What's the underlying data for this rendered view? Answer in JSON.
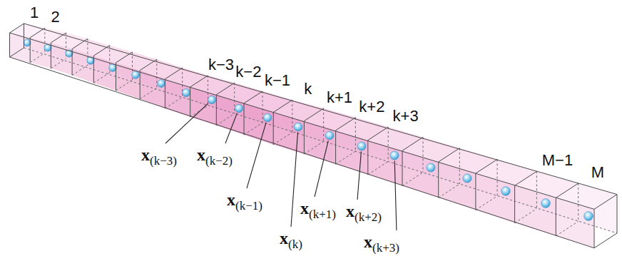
{
  "diagram": {
    "labels": [
      "1",
      "2",
      "k−3",
      "k−2",
      "k−1",
      "k",
      "k+1",
      "k+2",
      "k+3",
      "M−1",
      "M",
      "x",
      "(k−3)",
      "x",
      "(k−2)",
      "x",
      "(k−1)",
      "x",
      "(k)",
      "x",
      "(k+1)",
      "x",
      "(k+2)",
      "x",
      "(k+3)"
    ]
  }
}
